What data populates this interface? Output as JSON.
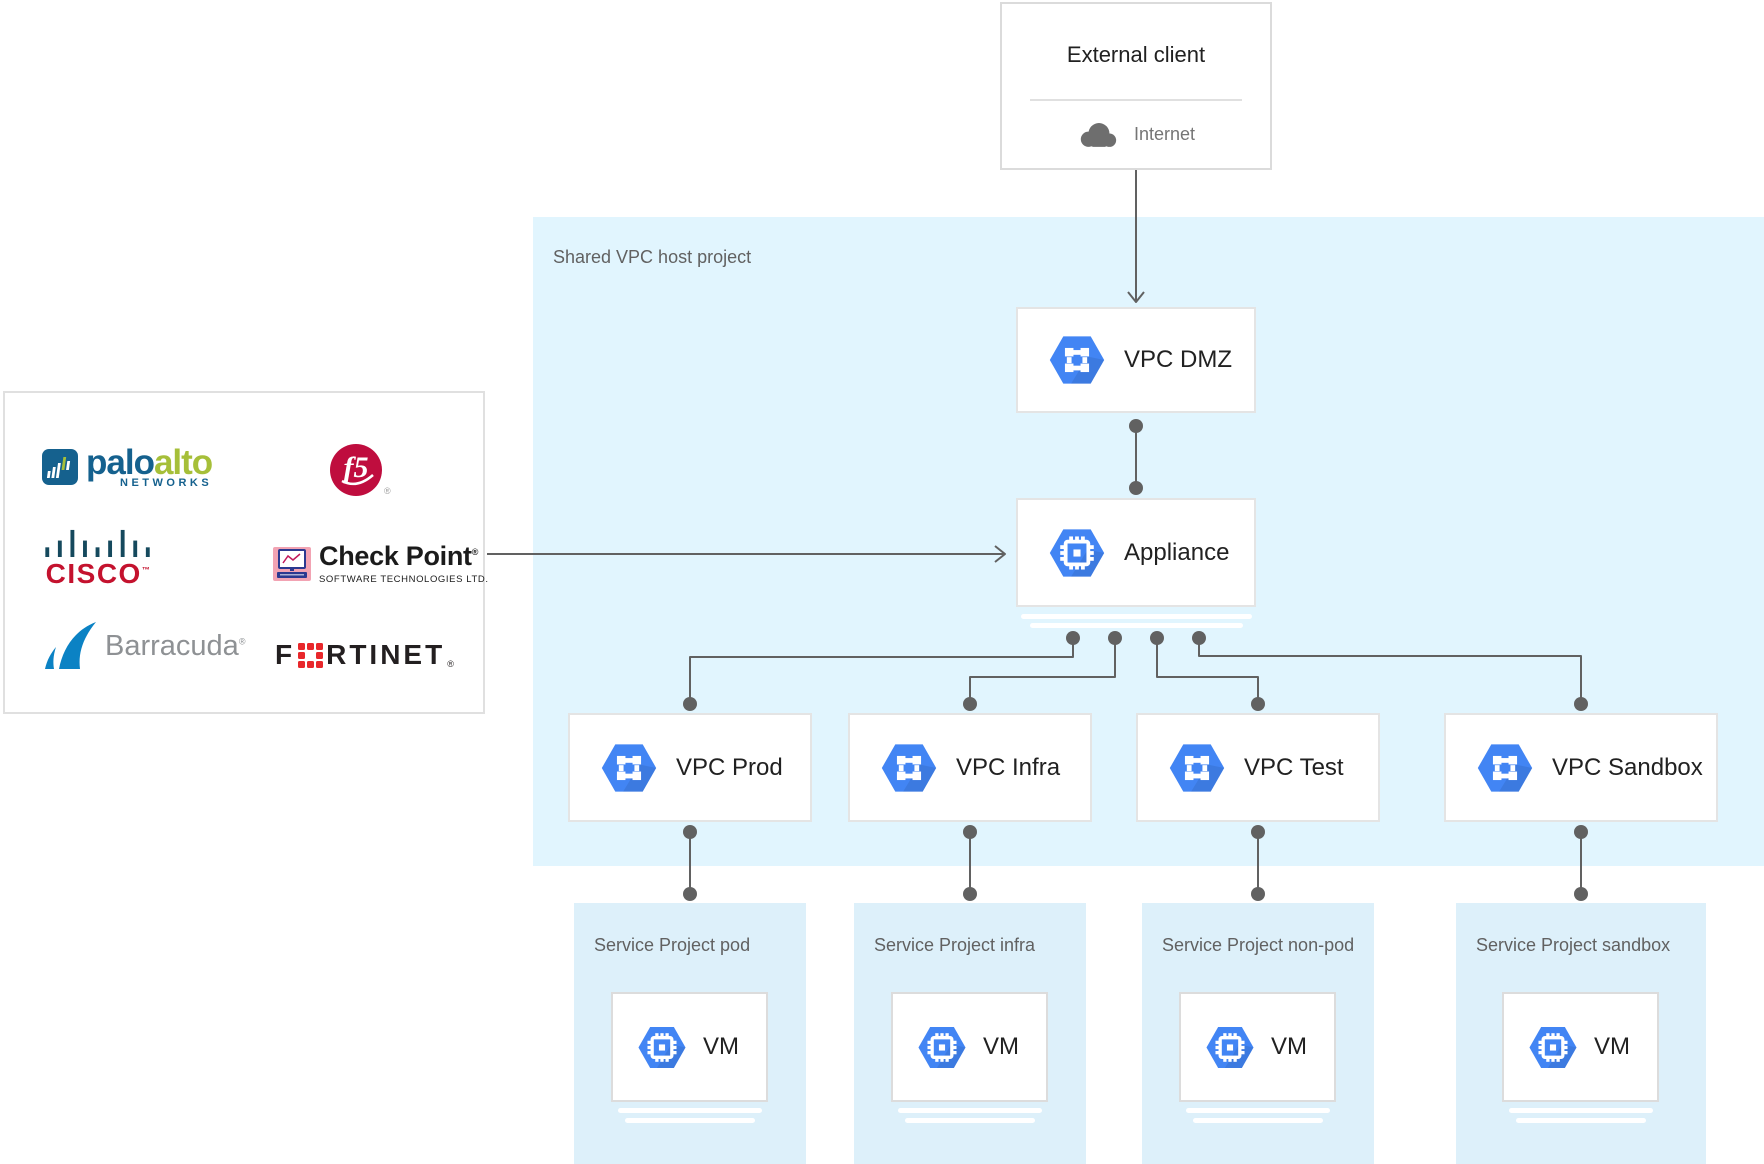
{
  "external_client": {
    "title": "External client",
    "network_label": "Internet",
    "network_icon": "cloud-icon"
  },
  "host_project": {
    "label": "Shared VPC host project",
    "dmz_label": "VPC DMZ",
    "appliance_label": "Appliance",
    "vpc_icon": "vpc-network-icon",
    "appliance_icon": "compute-engine-icon",
    "vpc_labels": [
      "VPC Prod",
      "VPC Infra",
      "VPC Test",
      "VPC Sandbox"
    ]
  },
  "service_projects": [
    {
      "label": "Service Project pod",
      "vm": "VM",
      "vm_icon": "compute-engine-icon"
    },
    {
      "label": "Service Project infra",
      "vm": "VM",
      "vm_icon": "compute-engine-icon"
    },
    {
      "label": "Service Project non-pod",
      "vm": "VM",
      "vm_icon": "compute-engine-icon"
    },
    {
      "label": "Service Project sandbox",
      "vm": "VM",
      "vm_icon": "compute-engine-icon"
    }
  ],
  "vendors": {
    "palo_alto": {
      "word_blue": "palo",
      "word_green": "alto",
      "subtext": "NETWORKS"
    },
    "f5": {
      "text": "f5",
      "reg": "®"
    },
    "cisco": {
      "text": "CISCO",
      "tm": "™"
    },
    "check_point": {
      "name": "Check Point",
      "reg": "®",
      "subtext": "SOFTWARE TECHNOLOGIES LTD."
    },
    "barracuda": {
      "text": "Barracuda",
      "reg": "®"
    },
    "fortinet": {
      "part1": "F",
      "part2": "RTINET",
      "reg": "®"
    }
  },
  "colors": {
    "host_region_bg": "#E1F5FE",
    "service_project_bg": "#DDF0FA",
    "connector_gray": "#616161",
    "google_blue": "#4285F4",
    "label_dark": "#212121",
    "label_gray": "#616161",
    "internet_gray": "#757575",
    "palo_alto_blue": "#15618E",
    "palo_alto_green": "#A6BF39",
    "f5_red": "#BF0D3E",
    "cisco_red": "#C4122E",
    "cisco_bars": "#15495D",
    "barracuda_blue": "#0B82C4",
    "barracuda_gray": "#8E9194",
    "fortinet_red": "#E8272B",
    "fortinet_black": "#231F20",
    "checkpoint_pink": "#F2A3B3"
  }
}
